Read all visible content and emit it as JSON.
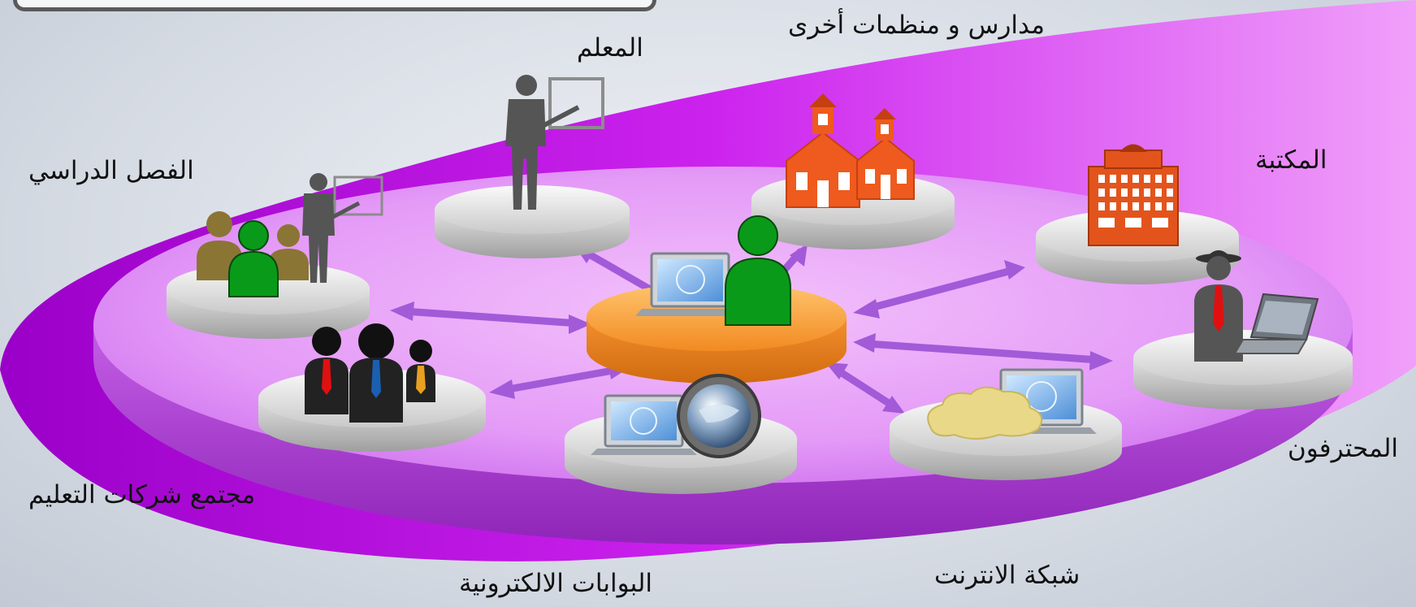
{
  "labels": {
    "teacher": "المعلم",
    "schools": "مدارس و منظمات أخرى",
    "classroom": "الفصل الدراسي",
    "library": "المكتبة",
    "professionals": "المحترفون",
    "edu_companies": "مجتمع شركات التعليم",
    "portals": "البوابات الالكترونية",
    "internet": "شبكة الانترنت"
  },
  "colors": {
    "magenta": "#b400e0",
    "disc": "#dd8cf5",
    "center_disc": "#f79a3c",
    "learner": "#0a9a1a",
    "arrow": "#a05bd6"
  }
}
